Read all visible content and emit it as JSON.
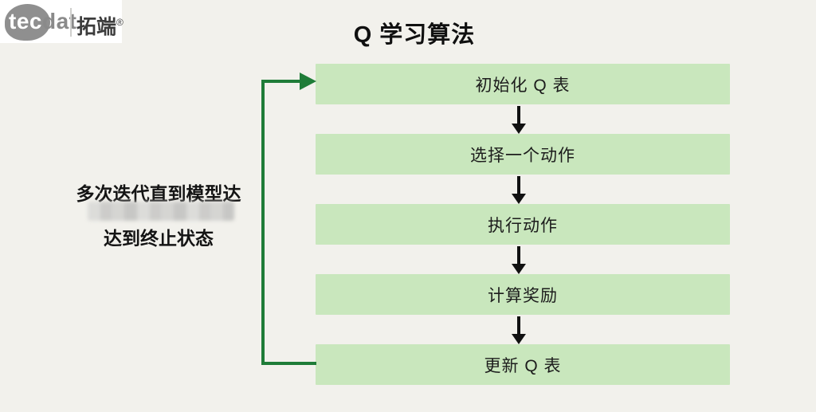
{
  "page": {
    "background_color": "#f2f1ec"
  },
  "logo": {
    "text_tec": "tec",
    "text_dat": "dat",
    "text_cn": "拓端",
    "registered_mark": "®",
    "bubble_color": "#8f8f8f"
  },
  "title": "Q 学习算法",
  "flowchart": {
    "box_fill": "#c9e7bd",
    "step_arrow_color": "#111111",
    "loop_arrow_color": "#1f7c38",
    "steps": [
      {
        "label": "初始化 Q 表"
      },
      {
        "label": "选择一个动作"
      },
      {
        "label": "执行动作"
      },
      {
        "label": "计算奖励"
      },
      {
        "label": "更新 Q 表"
      }
    ]
  },
  "side_note": {
    "line1": "多次迭代直到模型达",
    "line2": "达到终止状态"
  }
}
